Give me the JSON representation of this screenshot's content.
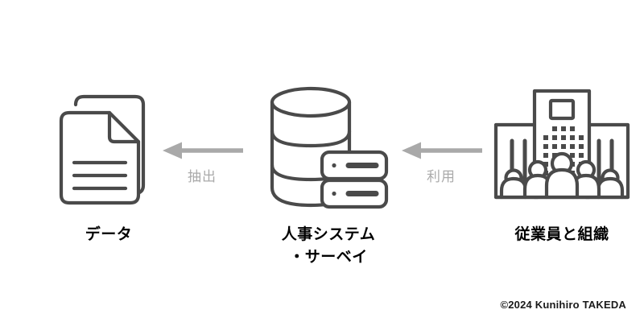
{
  "diagram": {
    "background_color": "#ffffff",
    "icon_color": "#4a4a4a",
    "arrow_color": "#a9a9a9",
    "label_color": "#aaaaaa",
    "caption_color": "#000000",
    "nodes": [
      {
        "id": "data",
        "icon": "documents-icon",
        "caption": "データ"
      },
      {
        "id": "hr-system",
        "icon": "database-server-icon",
        "caption": "人事システム\n・サーベイ"
      },
      {
        "id": "employees-organization",
        "icon": "building-people-icon",
        "caption": "従業員と組織"
      }
    ],
    "arrows": [
      {
        "id": "extract",
        "label": "抽出",
        "direction": "left",
        "from": "hr-system",
        "to": "data"
      },
      {
        "id": "utilize",
        "label": "利用",
        "direction": "left",
        "from": "employees-organization",
        "to": "hr-system"
      }
    ],
    "copyright": "©2024 Kunihiro TAKEDA"
  }
}
